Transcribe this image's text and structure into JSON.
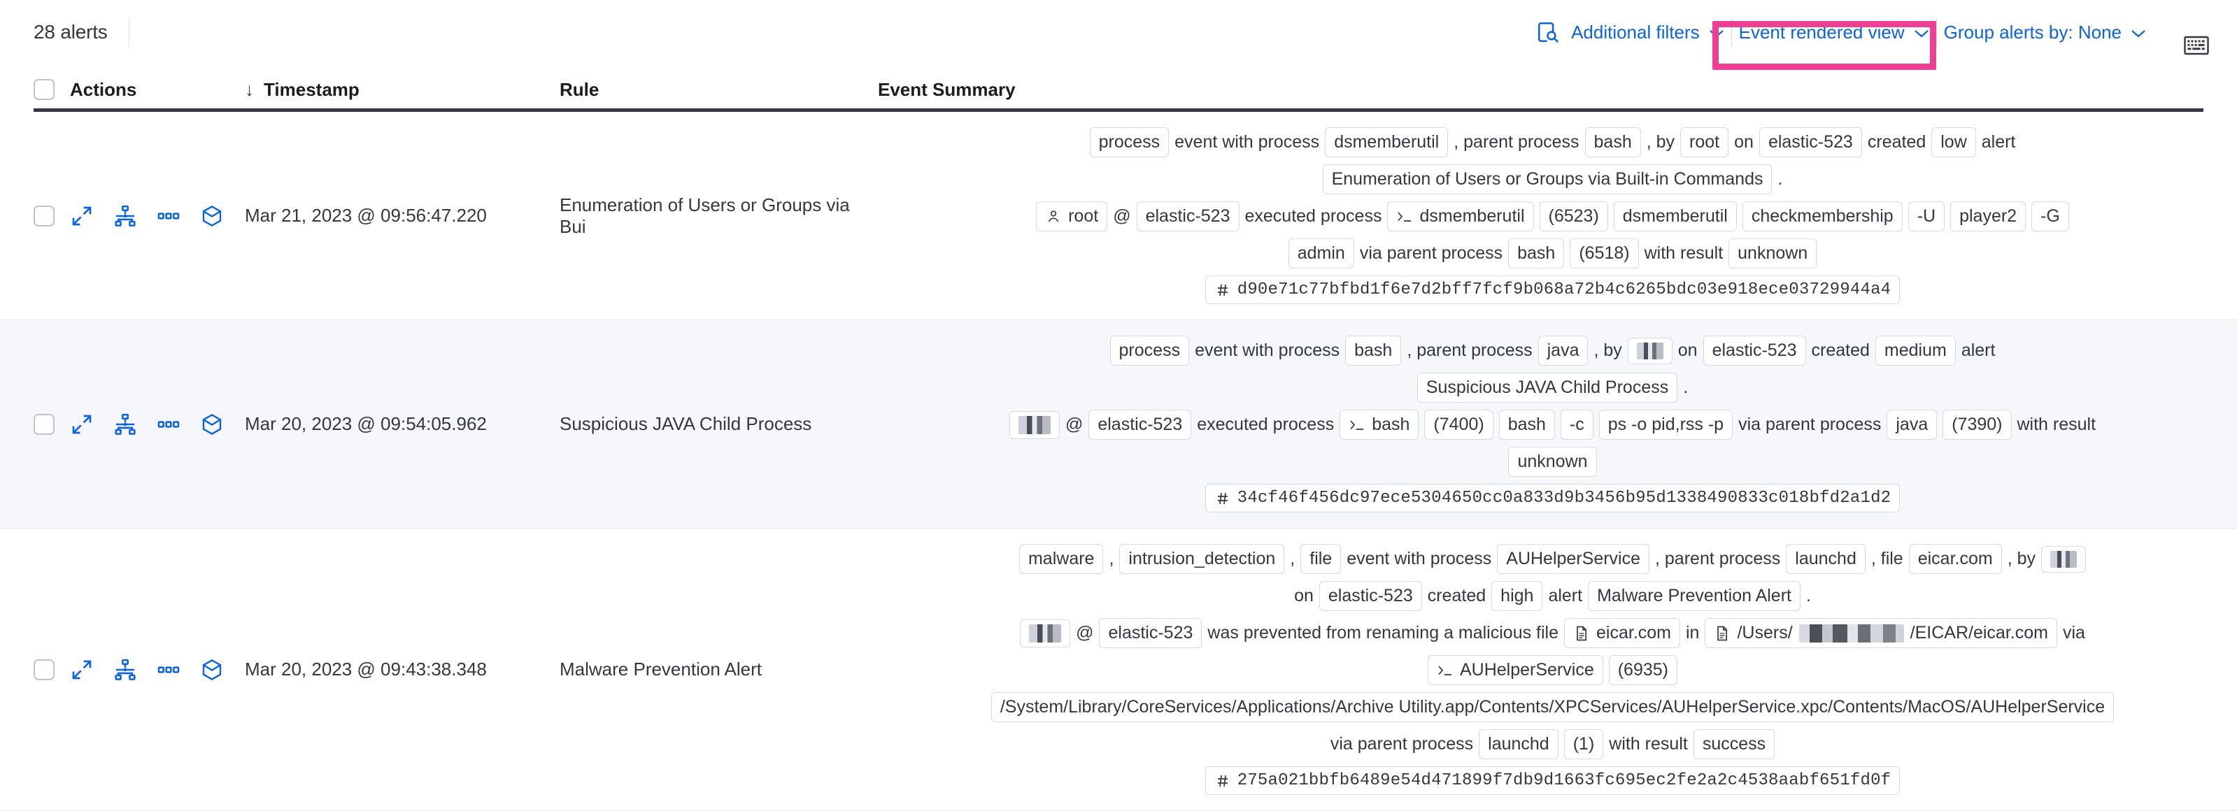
{
  "toolbar": {
    "alert_count": "28 alerts",
    "additional_filters": "Additional filters",
    "event_rendered_view": "Event rendered view",
    "group_alerts_by": "Group alerts by: None",
    "chevron": "⌄",
    "icons": {
      "inspect": "inspect-icon",
      "keyboard": "keyboard-shortcuts-icon"
    },
    "highlight_color": "#ED3F94",
    "link_color": "#0B64DD"
  },
  "table": {
    "headers": {
      "actions": "Actions",
      "timestamp": "Timestamp",
      "rule": "Rule",
      "event_summary": "Event Summary",
      "sort_arrow": "↓"
    },
    "row_actions": [
      "expand-icon",
      "analyze-event-icon",
      "more-actions-icon",
      "session-view-icon"
    ],
    "rows": [
      {
        "timestamp": "Mar 21, 2023 @ 09:56:47.220",
        "rule": "Enumeration of Users or Groups via Bui",
        "lines": [
          [
            {
              "t": "chip",
              "v": "process"
            },
            {
              "t": "txt",
              "v": "event with process"
            },
            {
              "t": "chip",
              "v": "dsmemberutil"
            },
            {
              "t": "txt",
              "v": ", parent process"
            },
            {
              "t": "chip",
              "v": "bash"
            },
            {
              "t": "txt",
              "v": ", by"
            },
            {
              "t": "chip",
              "v": "root"
            },
            {
              "t": "txt",
              "v": "on"
            },
            {
              "t": "chip",
              "v": "elastic-523"
            },
            {
              "t": "txt",
              "v": "created"
            },
            {
              "t": "chip",
              "v": "low"
            },
            {
              "t": "txt",
              "v": "alert"
            }
          ],
          [
            {
              "t": "chip",
              "v": "Enumeration of Users or Groups via Built-in Commands"
            },
            {
              "t": "txt",
              "v": "."
            }
          ],
          [
            {
              "t": "chip",
              "v": "root",
              "icon": "user-icon"
            },
            {
              "t": "txt",
              "v": "@"
            },
            {
              "t": "chip",
              "v": "elastic-523"
            },
            {
              "t": "txt",
              "v": "executed process"
            },
            {
              "t": "chip",
              "v": "dsmemberutil",
              "icon": "console-icon"
            },
            {
              "t": "chip",
              "v": "(6523)"
            },
            {
              "t": "chip",
              "v": "dsmemberutil"
            },
            {
              "t": "chip",
              "v": "checkmembership"
            },
            {
              "t": "chip",
              "v": "-U"
            },
            {
              "t": "chip",
              "v": "player2"
            },
            {
              "t": "chip",
              "v": "-G"
            }
          ],
          [
            {
              "t": "chip",
              "v": "admin"
            },
            {
              "t": "txt",
              "v": "via parent process"
            },
            {
              "t": "chip",
              "v": "bash"
            },
            {
              "t": "chip",
              "v": "(6518)"
            },
            {
              "t": "txt",
              "v": "with result"
            },
            {
              "t": "chip",
              "v": "unknown"
            }
          ],
          [
            {
              "t": "chip",
              "v": "d90e71c77bfbd1f6e7d2bff7fcf9b068a72b4c6265bdc03e918ece03729944a4",
              "icon": "hash-icon",
              "mono": true
            }
          ]
        ]
      },
      {
        "timestamp": "Mar 20, 2023 @ 09:54:05.962",
        "rule": "Suspicious JAVA Child Process",
        "lines": [
          [
            {
              "t": "chip",
              "v": "process"
            },
            {
              "t": "txt",
              "v": "event with process"
            },
            {
              "t": "chip",
              "v": "bash"
            },
            {
              "t": "txt",
              "v": ", parent process"
            },
            {
              "t": "chip",
              "v": "java"
            },
            {
              "t": "txt",
              "v": ", by"
            },
            {
              "t": "chip",
              "v": "",
              "redacted": "sm"
            },
            {
              "t": "txt",
              "v": "on"
            },
            {
              "t": "chip",
              "v": "elastic-523"
            },
            {
              "t": "txt",
              "v": "created"
            },
            {
              "t": "chip",
              "v": "medium"
            },
            {
              "t": "txt",
              "v": "alert"
            }
          ],
          [
            {
              "t": "chip",
              "v": "Suspicious JAVA Child Process"
            },
            {
              "t": "txt",
              "v": "."
            }
          ],
          [
            {
              "t": "chip",
              "v": "",
              "redacted": "lg"
            },
            {
              "t": "txt",
              "v": "@"
            },
            {
              "t": "chip",
              "v": "elastic-523"
            },
            {
              "t": "txt",
              "v": "executed process"
            },
            {
              "t": "chip",
              "v": "bash",
              "icon": "console-icon"
            },
            {
              "t": "chip",
              "v": "(7400)"
            },
            {
              "t": "chip",
              "v": "bash"
            },
            {
              "t": "chip",
              "v": "-c"
            },
            {
              "t": "chip",
              "v": "ps -o pid,rss -p"
            },
            {
              "t": "txt",
              "v": "via parent process"
            },
            {
              "t": "chip",
              "v": "java"
            },
            {
              "t": "chip",
              "v": "(7390)"
            },
            {
              "t": "txt",
              "v": "with result"
            }
          ],
          [
            {
              "t": "chip",
              "v": "unknown"
            }
          ],
          [
            {
              "t": "chip",
              "v": "34cf46f456dc97ece5304650cc0a833d9b3456b95d1338490833c018bfd2a1d2",
              "icon": "hash-icon",
              "mono": true
            }
          ]
        ]
      },
      {
        "timestamp": "Mar 20, 2023 @ 09:43:38.348",
        "rule": "Malware Prevention Alert",
        "lines": [
          [
            {
              "t": "chip",
              "v": "malware"
            },
            {
              "t": "txt",
              "v": ","
            },
            {
              "t": "chip",
              "v": "intrusion_detection"
            },
            {
              "t": "txt",
              "v": ","
            },
            {
              "t": "chip",
              "v": "file"
            },
            {
              "t": "txt",
              "v": "event with process"
            },
            {
              "t": "chip",
              "v": "AUHelperService"
            },
            {
              "t": "txt",
              "v": ", parent process"
            },
            {
              "t": "chip",
              "v": "launchd"
            },
            {
              "t": "txt",
              "v": ", file"
            },
            {
              "t": "chip",
              "v": "eicar.com"
            },
            {
              "t": "txt",
              "v": ", by"
            },
            {
              "t": "chip",
              "v": "",
              "redacted": "sm"
            }
          ],
          [
            {
              "t": "txt",
              "v": "on"
            },
            {
              "t": "chip",
              "v": "elastic-523"
            },
            {
              "t": "txt",
              "v": "created"
            },
            {
              "t": "chip",
              "v": "high"
            },
            {
              "t": "txt",
              "v": "alert"
            },
            {
              "t": "chip",
              "v": "Malware Prevention Alert"
            },
            {
              "t": "txt",
              "v": "."
            }
          ],
          [
            {
              "t": "chip",
              "v": "",
              "redacted": "lg"
            },
            {
              "t": "txt",
              "v": "@"
            },
            {
              "t": "chip",
              "v": "elastic-523"
            },
            {
              "t": "txt",
              "v": "was prevented from renaming a malicious file"
            },
            {
              "t": "chip",
              "v": "eicar.com",
              "icon": "file-icon"
            },
            {
              "t": "txt",
              "v": "in"
            },
            {
              "t": "chip",
              "v": "/Users/",
              "icon": "file-icon",
              "suffix": "/EICAR/eicar.com",
              "redacted": "path"
            },
            {
              "t": "txt",
              "v": "via"
            }
          ],
          [
            {
              "t": "chip",
              "v": "AUHelperService",
              "icon": "console-icon"
            },
            {
              "t": "chip",
              "v": "(6935)"
            }
          ],
          [
            {
              "t": "chip",
              "v": "/System/Library/CoreServices/Applications/Archive Utility.app/Contents/XPCServices/AUHelperService.xpc/Contents/MacOS/AUHelperService"
            }
          ],
          [
            {
              "t": "txt",
              "v": "via parent process"
            },
            {
              "t": "chip",
              "v": "launchd"
            },
            {
              "t": "chip",
              "v": "(1)"
            },
            {
              "t": "txt",
              "v": "with result"
            },
            {
              "t": "chip",
              "v": "success"
            }
          ],
          [
            {
              "t": "chip",
              "v": "275a021bbfb6489e54d471899f7db9d1663fc695ec2fe2a2c4538aabf651fd0f",
              "icon": "hash-icon",
              "mono": true
            }
          ]
        ]
      }
    ]
  }
}
